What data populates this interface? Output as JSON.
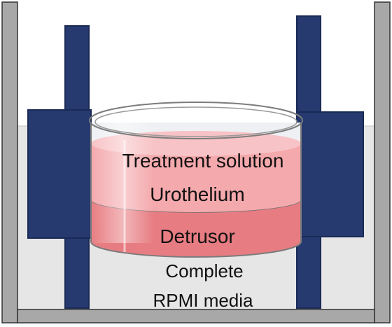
{
  "labels": {
    "treatment_solution": "Treatment solution",
    "urothelium": "Urothelium",
    "detrusor": "Detrusor",
    "media_line1": "Complete",
    "media_line2": "RPMI media"
  },
  "colors": {
    "container_wall": "#a8a8a8",
    "container_outline": "#333333",
    "media_fill": "#e6e6e6",
    "clamp_fill": "#263a70",
    "clamp_outline": "#1a2a55",
    "dish_glass": "#eef0f3",
    "treatment_fill": "#f6b8bc",
    "urothelium_fill": "#f4a9ad",
    "detrusor_fill": "#e77d82",
    "dish_rim": "#7c7c7c"
  }
}
